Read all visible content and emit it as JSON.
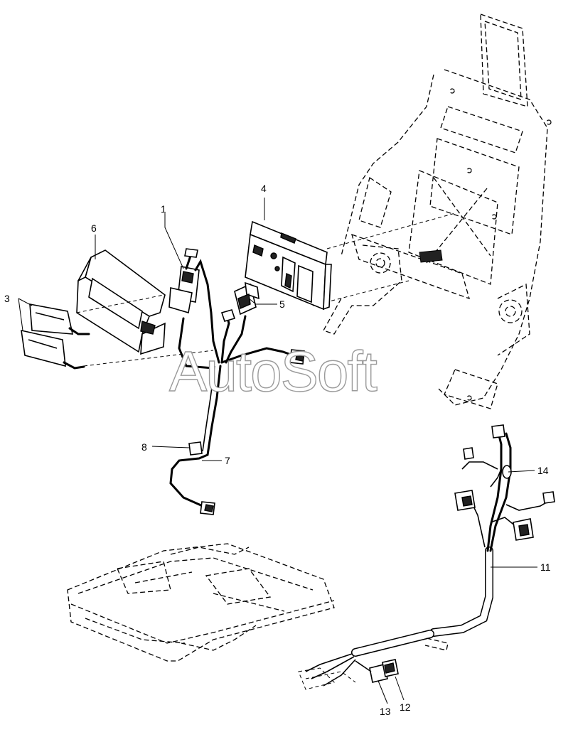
{
  "watermark": "AutoSoft",
  "callouts": {
    "p1": "1",
    "p3": "3",
    "p4": "4",
    "p5": "5",
    "p6": "6",
    "p7": "7",
    "p8": "8",
    "p11": "11",
    "p12": "12",
    "p13": "13",
    "p14": "14"
  },
  "colors": {
    "line": "#000000",
    "watermark_outline": "#9a9a9a",
    "background": "#ffffff"
  }
}
